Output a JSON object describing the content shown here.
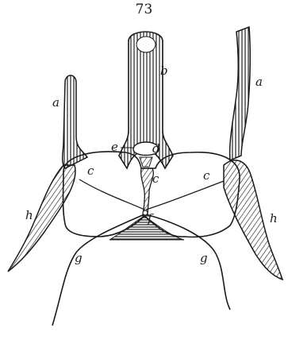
{
  "figure_number": "73",
  "labels": {
    "a_left": "a",
    "a_right": "a",
    "b": "b",
    "c_left": "c",
    "c_center": "c",
    "c_right": "c",
    "d": "d",
    "e": "e",
    "f": "f",
    "g_left": "g",
    "g_right": "g",
    "h_left": "h",
    "h_right": "h"
  }
}
